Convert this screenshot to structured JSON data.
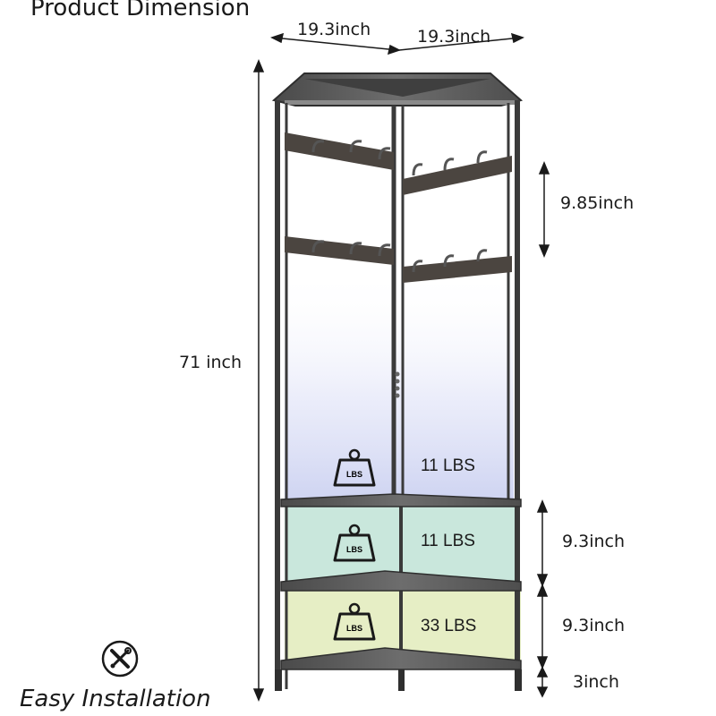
{
  "title": "Product Dimension",
  "dimensions": {
    "width_left": "19.3inch",
    "width_right": "19.3inch",
    "height_total": "71 inch",
    "hook_spacing": "9.85inch",
    "shelf_gap_upper": "9.3inch",
    "shelf_gap_lower": "9.3inch",
    "foot_height": "3inch"
  },
  "loads": {
    "top_shelf": "11 LBS",
    "middle_shelf": "11 LBS",
    "bottom_shelf": "33 LBS",
    "weight_icon_label": "LBS"
  },
  "installation": {
    "label": "Easy Installation",
    "icon": "tools-icon"
  },
  "colors": {
    "frame": "#3a3a3a",
    "shelf_wood": "#5a5a5a",
    "middle_tint": "#bfe3d6",
    "bottom_tint": "#e3ecbf",
    "upper_tint": "#c9cff0"
  }
}
